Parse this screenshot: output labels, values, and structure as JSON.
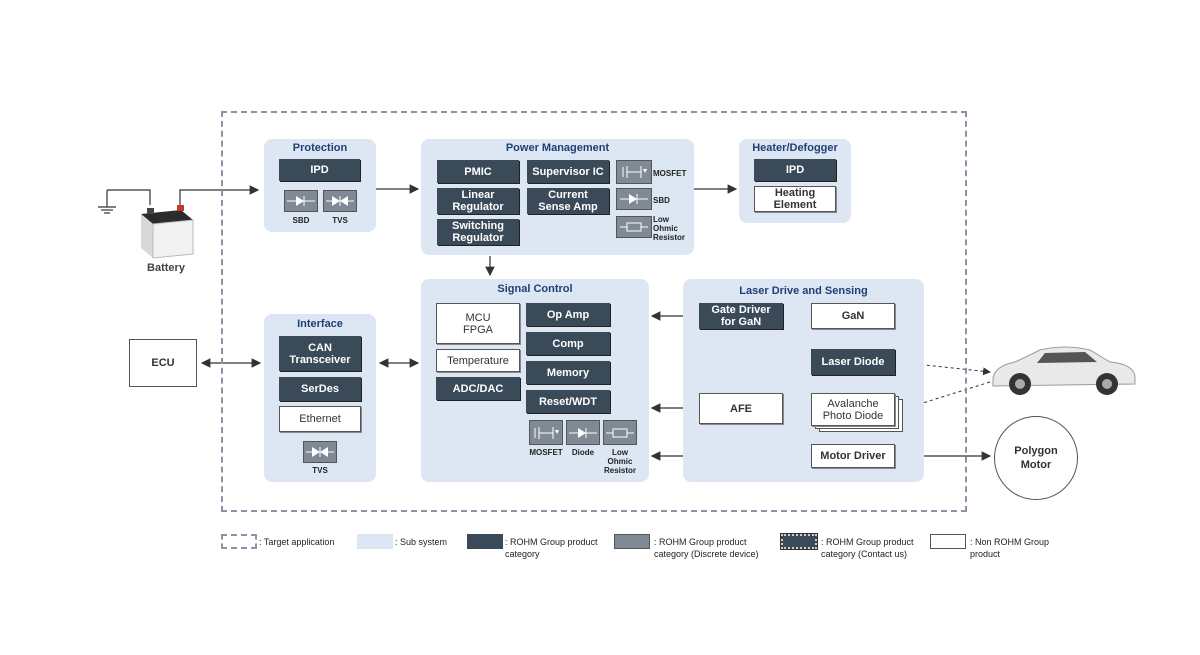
{
  "colors": {
    "subsystem": "#dde7f4",
    "rohm": "#3a4a58",
    "discrete": "#7f8a94",
    "title": "#1f3f73",
    "dashed": "#8a94a6"
  },
  "battery": {
    "label": "Battery"
  },
  "ecu": {
    "label": "ECU"
  },
  "polygon_motor": {
    "label": "Polygon Motor"
  },
  "protection": {
    "title": "Protection",
    "ipd": "IPD",
    "sbd": "SBD",
    "tvs": "TVS"
  },
  "power": {
    "title": "Power Management",
    "pmic": "PMIC",
    "supervisor": "Supervisor IC",
    "linear": "Linear Regulator",
    "current": "Current Sense Amp",
    "switching": "Switching Regulator",
    "mosfet": "MOSFET",
    "sbd": "SBD",
    "resistor": "Low Ohmic Resistor"
  },
  "heater": {
    "title": "Heater/Defogger",
    "ipd": "IPD",
    "heating": "Heating Element"
  },
  "interface": {
    "title": "Interface",
    "can": "CAN Transceiver",
    "serdes": "SerDes",
    "ethernet": "Ethernet",
    "tvs": "TVS"
  },
  "signal": {
    "title": "Signal Control",
    "mcu": "MCU FPGA",
    "temperature": "Temperature",
    "adc": "ADC/DAC",
    "opamp": "Op Amp",
    "comp": "Comp",
    "memory": "Memory",
    "reset": "Reset/WDT",
    "mosfet": "MOSFET",
    "diode": "Diode",
    "resistor": "Low Ohmic Resistor"
  },
  "laser": {
    "title": "Laser Drive and Sensing",
    "gate": "Gate Driver for GaN",
    "gan": "GaN",
    "laser_diode": "Laser Diode",
    "afe": "AFE",
    "apd": "Avalanche Photo Diode",
    "motor_driver": "Motor Driver"
  },
  "legend": {
    "target": ": Target application",
    "sub": ": Sub system",
    "rohm": ": ROHM Group product category",
    "discrete": ": ROHM Group product category (Discrete device)",
    "contact": ": ROHM Group product category (Contact us)",
    "non": ": Non ROHM Group product"
  }
}
